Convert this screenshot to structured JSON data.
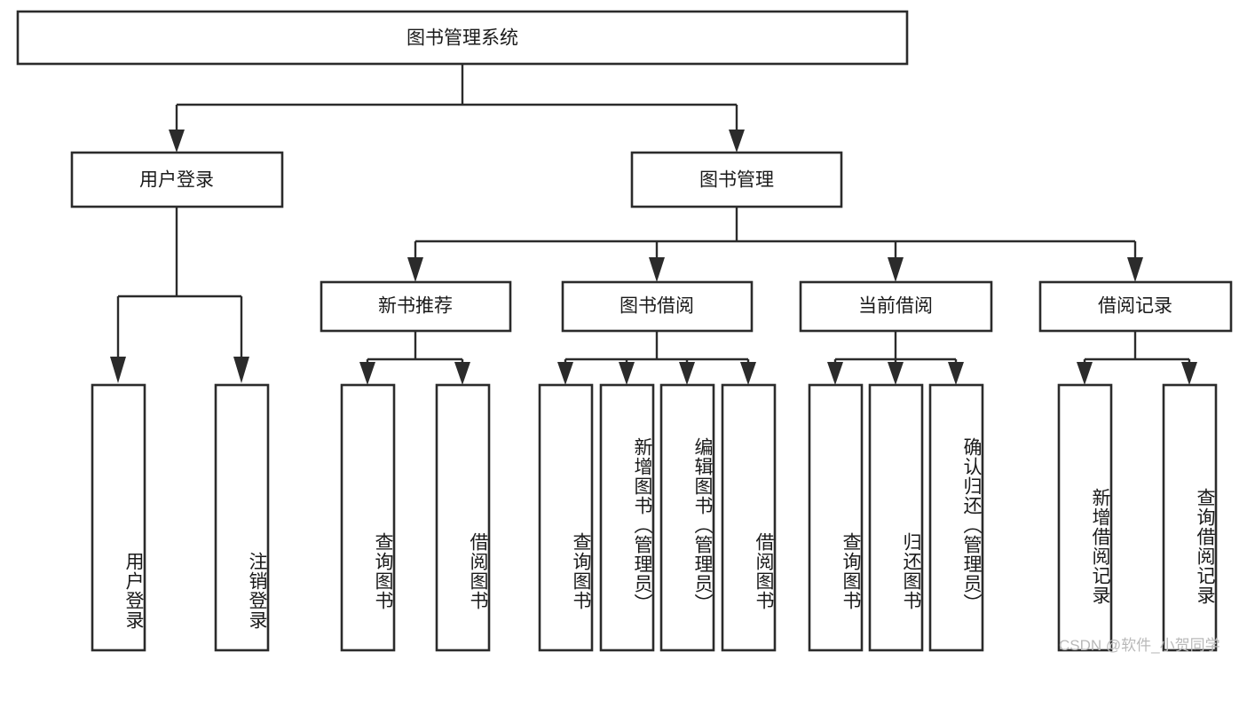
{
  "diagram": {
    "title": "图书管理系统",
    "type": "tree-hierarchy",
    "root": {
      "id": "root",
      "label": "图书管理系统"
    },
    "level2": [
      {
        "id": "user-login",
        "label": "用户登录"
      },
      {
        "id": "book-manage",
        "label": "图书管理"
      }
    ],
    "level3": [
      {
        "id": "new-book-rec",
        "label": "新书推荐",
        "parent": "book-manage"
      },
      {
        "id": "book-borrow",
        "label": "图书借阅",
        "parent": "book-manage"
      },
      {
        "id": "current-borrow",
        "label": "当前借阅",
        "parent": "book-manage"
      },
      {
        "id": "borrow-record",
        "label": "借阅记录",
        "parent": "book-manage"
      }
    ],
    "leaves": [
      {
        "id": "leaf-user-login",
        "label": "用户登录",
        "parent": "user-login"
      },
      {
        "id": "leaf-user-logout",
        "label": "注销登录",
        "parent": "user-login"
      },
      {
        "id": "leaf-rec-query",
        "label": "查询图书",
        "parent": "new-book-rec"
      },
      {
        "id": "leaf-rec-borrow",
        "label": "借阅图书",
        "parent": "new-book-rec"
      },
      {
        "id": "leaf-borrow-query",
        "label": "查询图书",
        "parent": "book-borrow"
      },
      {
        "id": "leaf-borrow-add",
        "label": "新增图书（管理员）",
        "parent": "book-borrow"
      },
      {
        "id": "leaf-borrow-edit",
        "label": "编辑图书（管理员）",
        "parent": "book-borrow"
      },
      {
        "id": "leaf-borrow-do",
        "label": "借阅图书",
        "parent": "book-borrow"
      },
      {
        "id": "leaf-cur-query",
        "label": "查询图书",
        "parent": "current-borrow"
      },
      {
        "id": "leaf-cur-return",
        "label": "归还图书",
        "parent": "current-borrow"
      },
      {
        "id": "leaf-cur-confirm",
        "label": "确认归还（管理员）",
        "parent": "current-borrow"
      },
      {
        "id": "leaf-rec-add",
        "label": "新增借阅记录",
        "parent": "borrow-record"
      },
      {
        "id": "leaf-rec-query-log",
        "label": "查询借阅记录",
        "parent": "borrow-record"
      }
    ],
    "colors": {
      "stroke": "#2b2b2b",
      "fill": "#ffffff",
      "text": "#1a1a1a",
      "watermark": "#b9b9b9"
    }
  },
  "watermark": {
    "text": "CSDN @软件_小贺同学"
  }
}
